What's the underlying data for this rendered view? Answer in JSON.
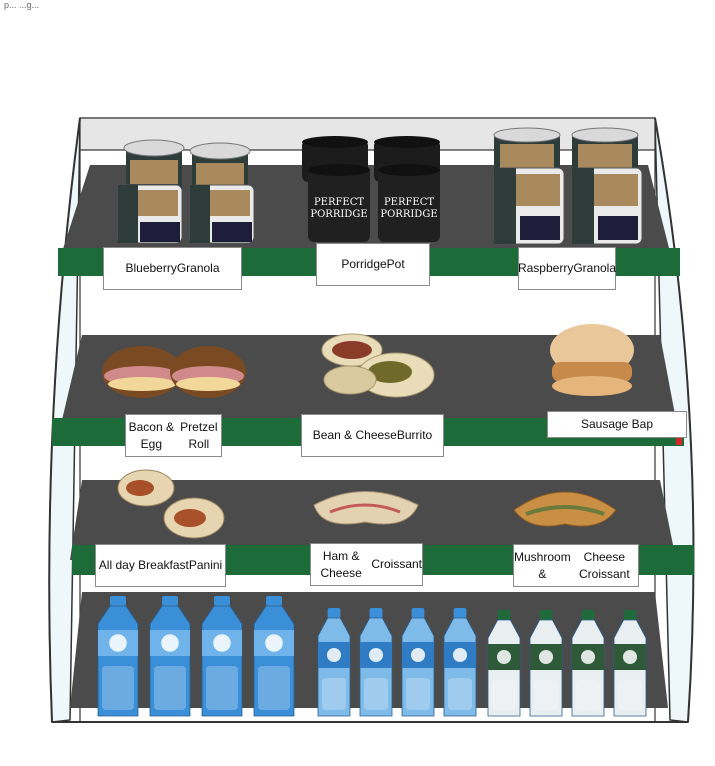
{
  "caption": "p... ...g...",
  "colors": {
    "shelf_surface": "#4b4b4b",
    "shelf_rail": "#1e6b3a",
    "cabinet_outline": "#333333",
    "glass": "#eef7f9",
    "water_blue": "#3a8fd8",
    "water_still": "#e9eef0",
    "water_cap_green": "#1f6a3a",
    "accent_red": "#d22a2a"
  },
  "shelves": [
    {
      "id": "top",
      "products": [
        {
          "label_lines": [
            "Blueberry",
            "Granola"
          ],
          "icon": "granola-pot-icon"
        },
        {
          "label_lines": [
            "Porridge",
            "Pot"
          ],
          "icon": "porridge-pot-icon"
        },
        {
          "label_lines": [
            "Raspberry",
            "Granola"
          ],
          "icon": "granola-pot-icon"
        }
      ]
    },
    {
      "id": "upper-middle",
      "products": [
        {
          "label_lines": [
            "Bacon & Egg",
            "Pretzel Roll"
          ],
          "icon": "pretzel-roll-icon"
        },
        {
          "label_lines": [
            "Bean & Cheese",
            "Burrito"
          ],
          "icon": "burrito-icon"
        },
        {
          "label_lines": [
            "Sausage Bap"
          ],
          "icon": "sausage-bap-icon"
        }
      ]
    },
    {
      "id": "lower-middle",
      "products": [
        {
          "label_lines": [
            "All day Breakfast",
            "Panini"
          ],
          "icon": "panini-icon"
        },
        {
          "label_lines": [
            "Ham & Cheese",
            "Croissant"
          ],
          "icon": "croissant-icon"
        },
        {
          "label_lines": [
            "Mushroom &",
            "Cheese Croissant"
          ],
          "icon": "croissant-icon"
        }
      ]
    },
    {
      "id": "bottom",
      "products": [
        {
          "icon": "water-bottle-large-icon",
          "count": 4
        },
        {
          "icon": "water-bottle-sparkling-icon",
          "count": 4
        },
        {
          "icon": "water-bottle-still-icon",
          "count": 4
        }
      ]
    }
  ]
}
